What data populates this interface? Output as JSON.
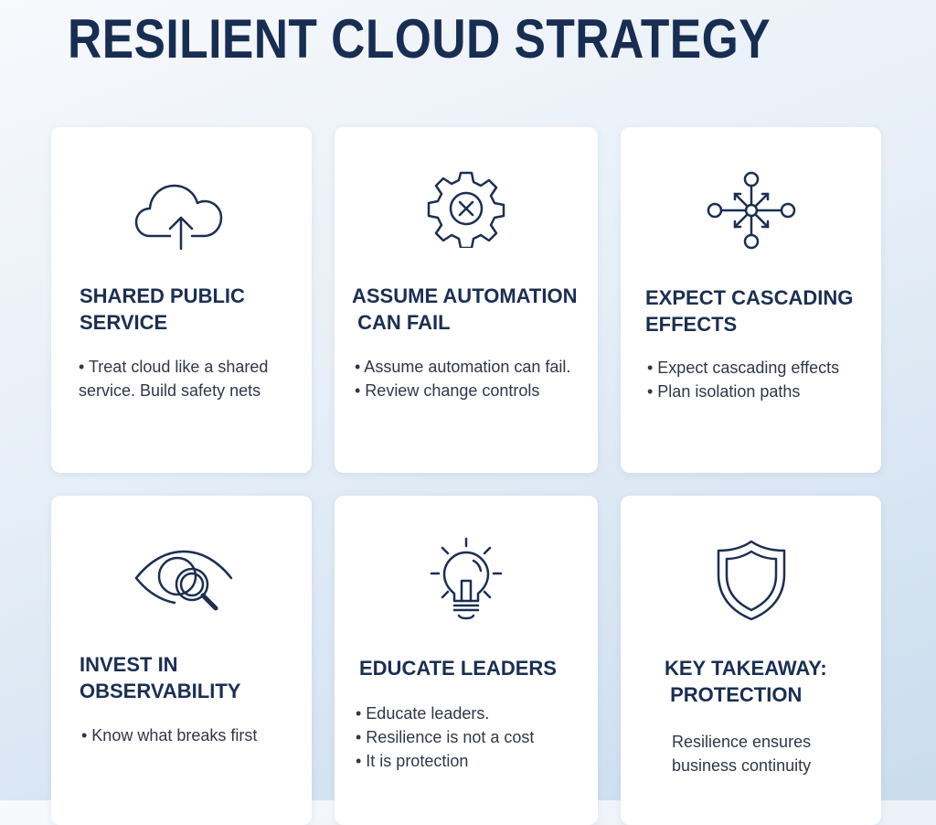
{
  "title": "RESILIENT CLOUD STRATEGY",
  "colors": {
    "heading": "#1b2f52",
    "icon": "#1b2f52",
    "card": "#ffffff"
  },
  "cards": [
    {
      "icon": "cloud-upload-icon",
      "heading": "SHARED PUBLIC\nSERVICE",
      "lines": [
        "• Treat cloud like a shared",
        "service. Build safety nets"
      ]
    },
    {
      "icon": "gear-error-icon",
      "heading": "ASSUME AUTOMATION\n CAN FAIL",
      "lines": [
        "• Assume automation can fail.",
        "• Review change controls"
      ]
    },
    {
      "icon": "network-hub-icon",
      "heading": "EXPECT CASCADING\nEFFECTS",
      "lines": [
        "• Expect cascading effects",
        "• Plan isolation paths"
      ]
    },
    {
      "icon": "eye-magnifier-icon",
      "heading": "INVEST IN\nOBSERVABILITY",
      "lines": [
        "• Know what breaks first"
      ]
    },
    {
      "icon": "lightbulb-icon",
      "heading": "EDUCATE LEADERS",
      "lines": [
        "• Educate leaders.",
        "• Resilience is not a cost",
        "• It is protection"
      ]
    },
    {
      "icon": "shield-icon",
      "heading": "KEY TAKEAWAY:\n PROTECTION",
      "lines": [
        "Resilience ensures",
        "business continuity"
      ]
    }
  ]
}
